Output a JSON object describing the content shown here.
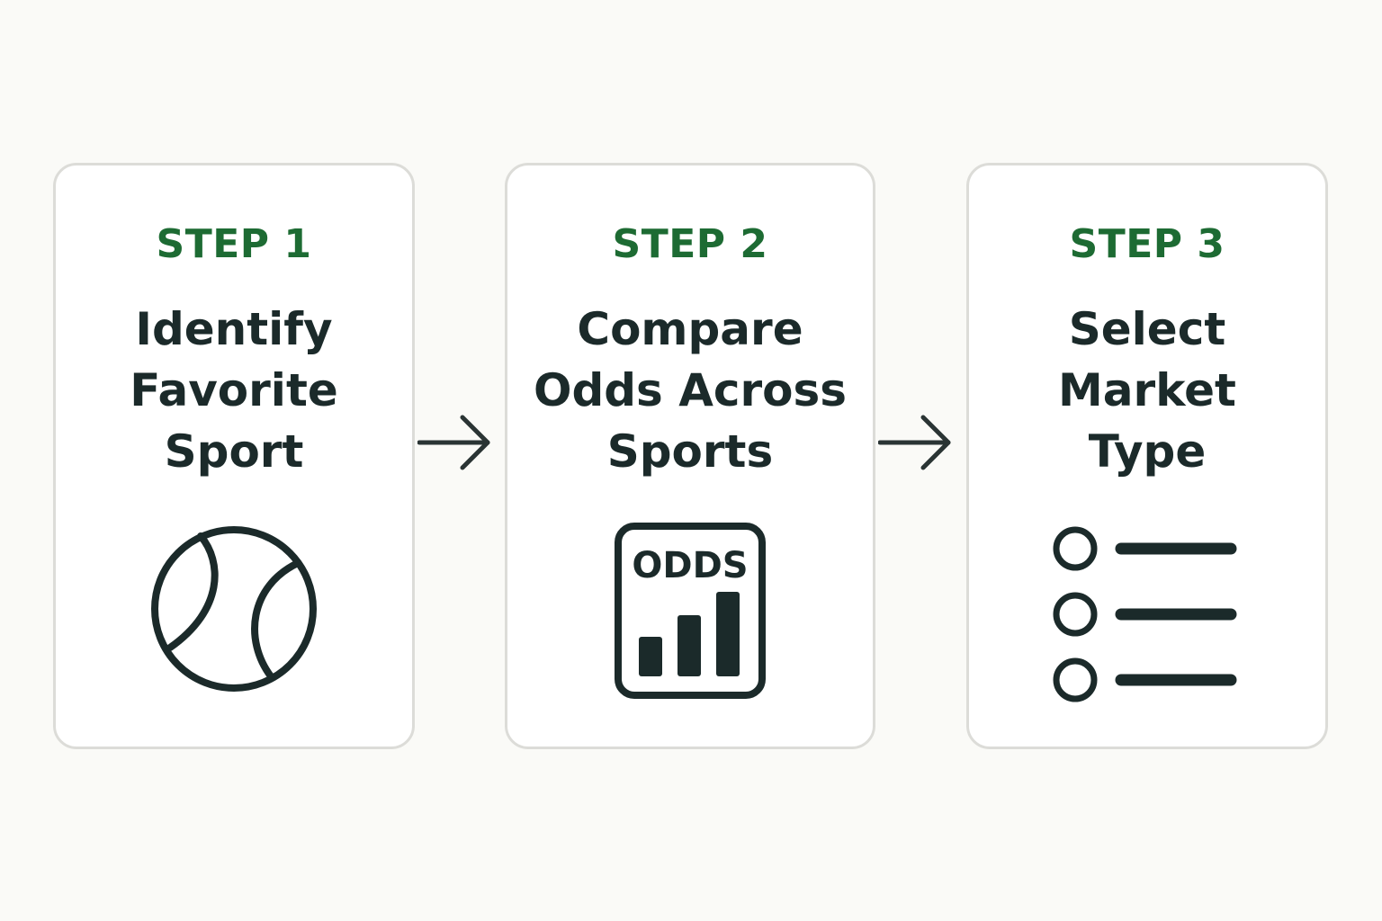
{
  "colors": {
    "accent": "#1d6b33",
    "text": "#1b2a2a",
    "card_border": "#dcdcd8",
    "background": "#fafaf7"
  },
  "steps": [
    {
      "label": "STEP 1",
      "title_lines": [
        "Identify",
        "Favorite",
        "Sport"
      ],
      "icon": "tennis-ball-icon"
    },
    {
      "label": "STEP 2",
      "title_lines": [
        "Compare",
        "Odds Across",
        "Sports"
      ],
      "icon": "odds-chart-icon",
      "icon_text": "ODDS"
    },
    {
      "label": "STEP 3",
      "title_lines": [
        "Select",
        "Market",
        "Type"
      ],
      "icon": "radio-list-icon"
    }
  ],
  "connectors": [
    "arrow-right-icon",
    "arrow-right-icon"
  ]
}
